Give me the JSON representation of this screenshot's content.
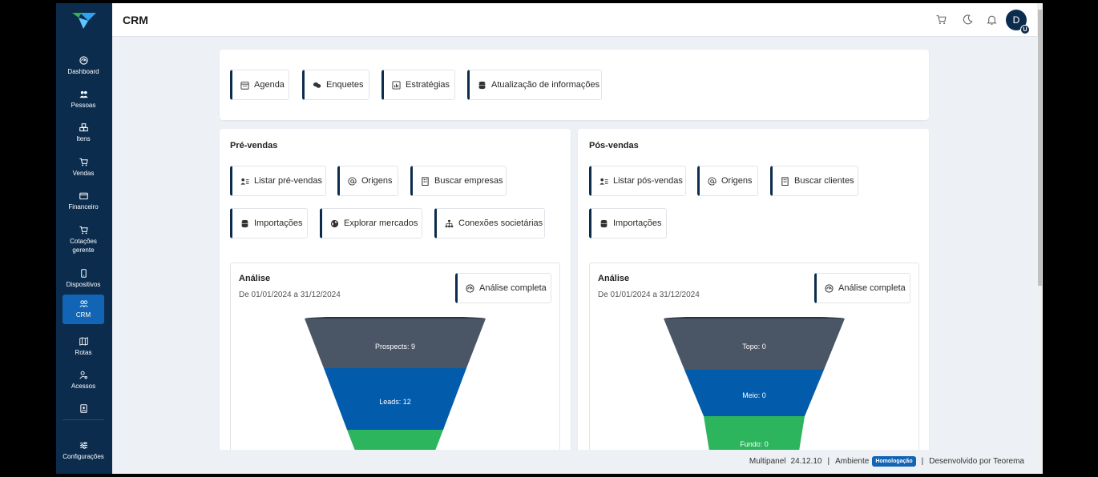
{
  "app": {
    "title": "CRM"
  },
  "sidebar": {
    "items": [
      {
        "label": "Dashboard",
        "icon": "dashboard-gauge-icon"
      },
      {
        "label": "Pessoas",
        "icon": "people-icon"
      },
      {
        "label": "Itens",
        "icon": "boxes-icon"
      },
      {
        "label": "Vendas",
        "icon": "cart-icon"
      },
      {
        "label": "Financeiro",
        "icon": "wallet-icon"
      },
      {
        "label": "Cotações",
        "label2": "gerente",
        "icon": "cart-icon"
      },
      {
        "label": "Dispositivos",
        "icon": "phone-icon"
      },
      {
        "label": "CRM",
        "icon": "crm-people-icon",
        "active": true
      },
      {
        "label": "Rotas",
        "icon": "map-icon"
      },
      {
        "label": "Acessos",
        "icon": "user-key-icon"
      },
      {
        "label": "",
        "icon": "contact-card-icon"
      },
      {
        "label": "Configurações",
        "icon": "sliders-icon"
      }
    ]
  },
  "header": {
    "avatar_letter": "D",
    "avatar_badge": "U"
  },
  "top_actions": [
    {
      "label": "Agenda",
      "icon": "calendar-icon"
    },
    {
      "label": "Enquetes",
      "icon": "chat-icon"
    },
    {
      "label": "Estratégias",
      "icon": "chart-box-icon"
    },
    {
      "label": "Atualização de informações",
      "icon": "database-icon"
    }
  ],
  "pre_vendas": {
    "title": "Pré-vendas",
    "buttons": [
      {
        "label": "Listar pré-vendas",
        "icon": "user-list-icon"
      },
      {
        "label": "Origens",
        "icon": "at-icon"
      },
      {
        "label": "Buscar empresas",
        "icon": "building-icon"
      },
      {
        "label": "Importações",
        "icon": "database-icon"
      },
      {
        "label": "Explorar mercados",
        "icon": "globe-icon"
      },
      {
        "label": "Conexões societárias",
        "icon": "hierarchy-icon"
      }
    ],
    "analysis": {
      "title": "Análise",
      "range": "De 01/01/2024 a 31/12/2024",
      "button": "Análise completa",
      "funnel": [
        {
          "label": "Prospects: 9",
          "color": "#4a5565"
        },
        {
          "label": "Leads: 12",
          "color": "#035bab"
        },
        {
          "label": "",
          "color": "#2db55d"
        }
      ]
    }
  },
  "pos_vendas": {
    "title": "Pós-vendas",
    "buttons": [
      {
        "label": "Listar pós-vendas",
        "icon": "user-list-icon"
      },
      {
        "label": "Origens",
        "icon": "at-icon"
      },
      {
        "label": "Buscar clientes",
        "icon": "building-icon"
      },
      {
        "label": "Importações",
        "icon": "database-icon"
      }
    ],
    "analysis": {
      "title": "Análise",
      "range": "De 01/01/2024 a 31/12/2024",
      "button": "Análise completa",
      "funnel": [
        {
          "label": "Topo: 0",
          "color": "#4a5565"
        },
        {
          "label": "Meio: 0",
          "color": "#035bab"
        },
        {
          "label": "Fundo: 0",
          "color": "#2db55d"
        }
      ]
    }
  },
  "footer": {
    "product": "Multipanel",
    "version": "24.12.10",
    "sep1": "|",
    "env_label": "Ambiente",
    "env_badge": "Homologação",
    "sep2": "|",
    "developer": "Desenvolvido por Teorema"
  },
  "colors": {
    "sidebar": "#0c2c4e",
    "accent": "#1264b4",
    "funnel_top": "#4a5565",
    "funnel_mid": "#035bab",
    "funnel_bottom": "#2db55d"
  }
}
